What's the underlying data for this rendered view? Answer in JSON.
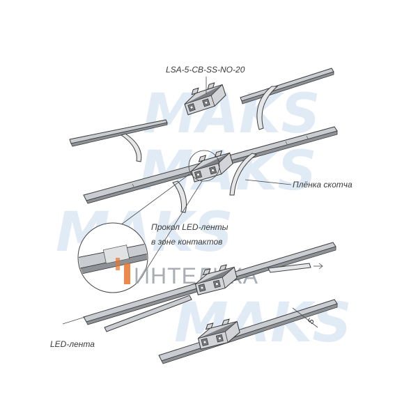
{
  "labels": {
    "connector_model": "LSA-5-CB-SS-NO-20",
    "tape_film": "Плёнка скотча",
    "puncture_line1": "Прокол LED-ленты",
    "puncture_line2": "в зоне контактов",
    "led_tape": "LED-лента",
    "dimension": "5"
  },
  "watermark": {
    "logo_text": "MAKS",
    "brand_name": "ИНТЕЛИКА",
    "logo_color": "#c9dcee",
    "brand_color": "#9aa0a6",
    "brand_accent": "#e8742a"
  }
}
